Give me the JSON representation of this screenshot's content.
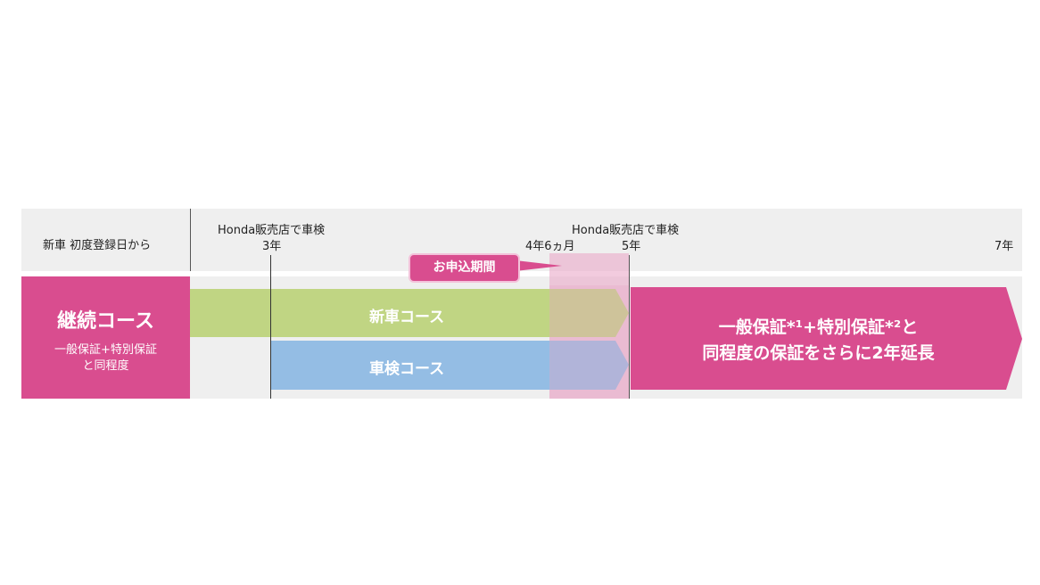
{
  "header": {
    "origin_label": "新車 初度登録日から",
    "inspection_label_1": "Honda販売店で車検",
    "inspection_label_2": "Honda販売店で車検",
    "tick_3y": "3年",
    "tick_4y6m": "4年6ヵ月",
    "tick_5y": "5年",
    "tick_7y": "7年"
  },
  "callout": {
    "label": "お申込期間"
  },
  "left_box": {
    "title": "継続コース",
    "subtitle_1": "一般保証+特別保証",
    "subtitle_2": "と同程度"
  },
  "bars": {
    "new_car": "新車コース",
    "inspection": "車検コース",
    "extension_line1": "一般保証*¹+特別保証*²と",
    "extension_line2": "同程度の保証をさらに2年延長"
  },
  "colors": {
    "pink": "#d94d8f",
    "green": "#bcd37a",
    "blue": "#8cb9e3",
    "bg": "#efefef"
  }
}
